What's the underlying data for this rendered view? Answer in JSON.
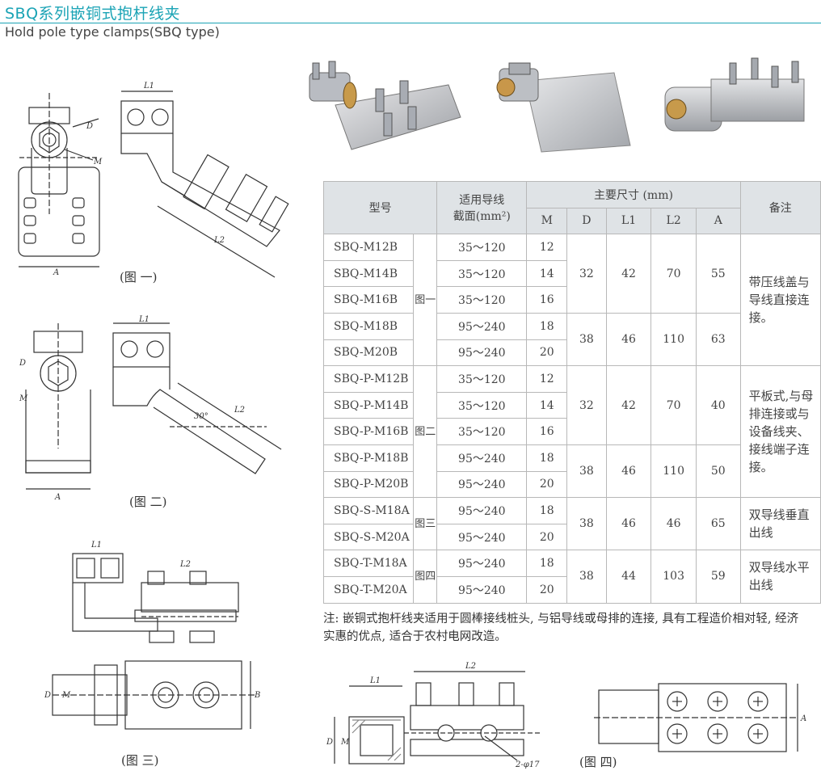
{
  "header": {
    "title": "SBQ系列嵌铜式抱杆线夹",
    "subtitle": "Hold pole type clamps(SBQ type)"
  },
  "captions": {
    "fig1": "(图 一)",
    "fig2": "(图 二)",
    "fig3": "(图 三)",
    "fig4": "(图 四)"
  },
  "drawing_labels": {
    "L1": "L1",
    "L2": "L2",
    "A": "A",
    "D": "D",
    "M": "M",
    "B": "B",
    "angle": "30°",
    "holes": "2-φ17"
  },
  "table": {
    "headers": {
      "model": "型号",
      "cross_section_l1": "适用导线",
      "cross_section_l2": "截面(mm²)",
      "main_dims": "主要尺寸  (mm)",
      "remarks": "备注",
      "M": "M",
      "D": "D",
      "L1": "L1",
      "L2": "L2",
      "A": "A"
    },
    "rows": [
      {
        "model": "SBQ-M12B",
        "section": "35～120",
        "M": "12"
      },
      {
        "model": "SBQ-M14B",
        "section": "35～120",
        "M": "14"
      },
      {
        "model": "SBQ-M16B",
        "section": "35～120",
        "M": "16"
      },
      {
        "model": "SBQ-M18B",
        "section": "95～240",
        "M": "18"
      },
      {
        "model": "SBQ-M20B",
        "section": "95～240",
        "M": "20"
      },
      {
        "model": "SBQ-P-M12B",
        "section": "35～120",
        "M": "12"
      },
      {
        "model": "SBQ-P-M14B",
        "section": "35～120",
        "M": "14"
      },
      {
        "model": "SBQ-P-M16B",
        "section": "35～120",
        "M": "16"
      },
      {
        "model": "SBQ-P-M18B",
        "section": "95～240",
        "M": "18"
      },
      {
        "model": "SBQ-P-M20B",
        "section": "95～240",
        "M": "20"
      },
      {
        "model": "SBQ-S-M18A",
        "section": "95～240",
        "M": "18"
      },
      {
        "model": "SBQ-S-M20A",
        "section": "95～240",
        "M": "20"
      },
      {
        "model": "SBQ-T-M18A",
        "section": "95～240",
        "M": "18"
      },
      {
        "model": "SBQ-T-M20A",
        "section": "95～240",
        "M": "20"
      }
    ],
    "groups": [
      {
        "D": "32",
        "L1": "42",
        "L2": "70",
        "A": "55"
      },
      {
        "D": "38",
        "L1": "46",
        "L2": "110",
        "A": "63"
      },
      {
        "D": "32",
        "L1": "42",
        "L2": "70",
        "A": "40"
      },
      {
        "D": "38",
        "L1": "46",
        "L2": "110",
        "A": "50"
      },
      {
        "D": "38",
        "L1": "46",
        "L2": "46",
        "A": "65"
      },
      {
        "D": "38",
        "L1": "44",
        "L2": "103",
        "A": "59"
      }
    ],
    "figs": [
      "图一",
      "图二",
      "图三",
      "图四"
    ],
    "remarks": [
      "带压线盖与导线直接连接。",
      "平板式,与母排连接或与设备线夹、接线端子连接。",
      "双导线垂直出线",
      "双导线水平出线"
    ]
  },
  "note": "注: 嵌铜式抱杆线夹适用于圆棒接线桩头, 与铝导线或母排的连接, 具有工程造价相对轻, 经济实惠的优点, 适合于农村电网改造。"
}
